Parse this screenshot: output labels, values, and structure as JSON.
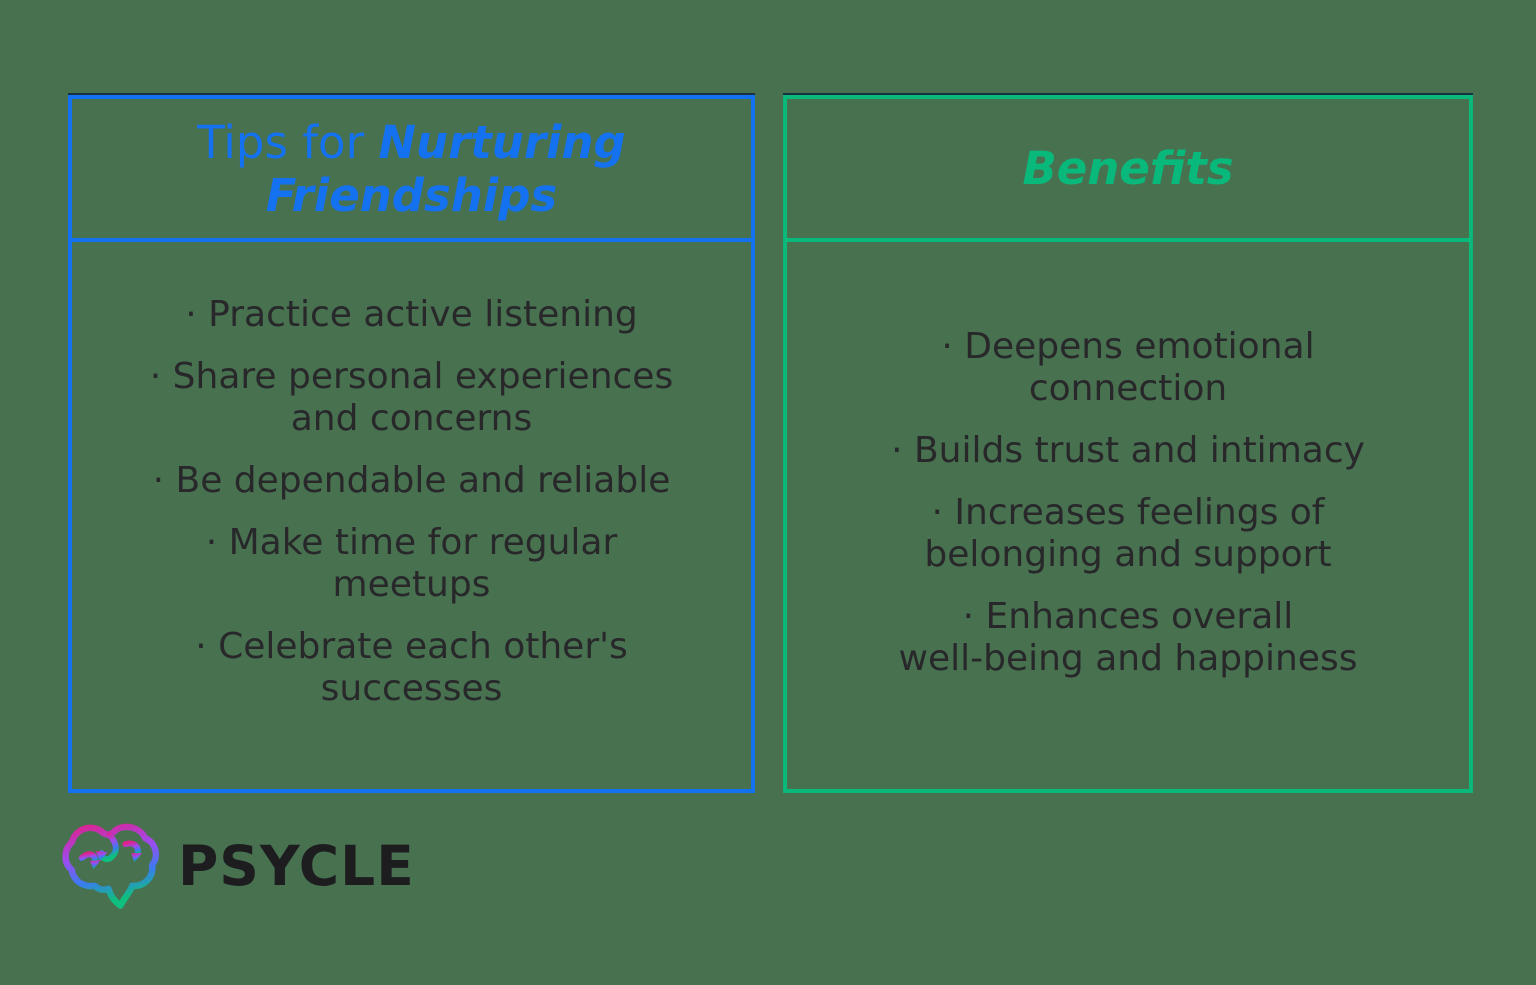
{
  "canvas": {
    "background_color": "#47714f",
    "body_text_color": "#28282b"
  },
  "left_panel": {
    "accent_color": "#1471f0",
    "title_prefix": "Tips for ",
    "title_emphasis": "Nurturing Friendships",
    "items": [
      "· Practice active listening",
      "· Share personal experiences\nand concerns",
      "· Be dependable and reliable",
      "· Make time for regular\nmeetups",
      "· Celebrate each other's\nsuccesses"
    ]
  },
  "right_panel": {
    "accent_color": "#09b97c",
    "title": "Benefits",
    "items": [
      "· Deepens emotional\nconnection",
      "· Builds trust and intimacy",
      "· Increases feelings of\nbelonging and support",
      "· Enhances overall\nwell-being and happiness"
    ]
  },
  "logo": {
    "text": "PSYCLE",
    "icon": "brain-gradient-icon",
    "gradient_colors": [
      "#df218c",
      "#9a4df0",
      "#3b7bf0",
      "#0fbf7f"
    ]
  }
}
